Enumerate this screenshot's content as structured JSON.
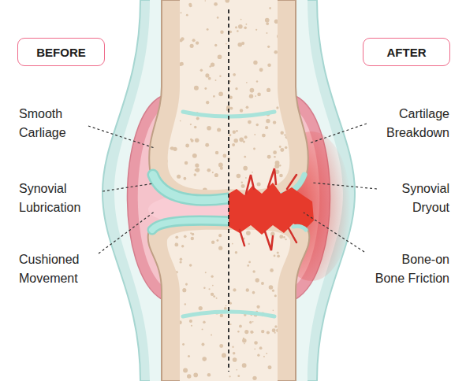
{
  "diagram": {
    "nodes": [
      {
        "text": [
          "BEFORE"
        ]
      },
      {
        "text": [
          "AFTER"
        ]
      }
    ],
    "labels": [
      "Smooth Carliage",
      "Synovial Lubrication",
      "Cushioned Movement",
      "Cartilage Breakdown",
      "Synovial Dryout",
      "Bone-on Bone Friction"
    ]
  }
}
